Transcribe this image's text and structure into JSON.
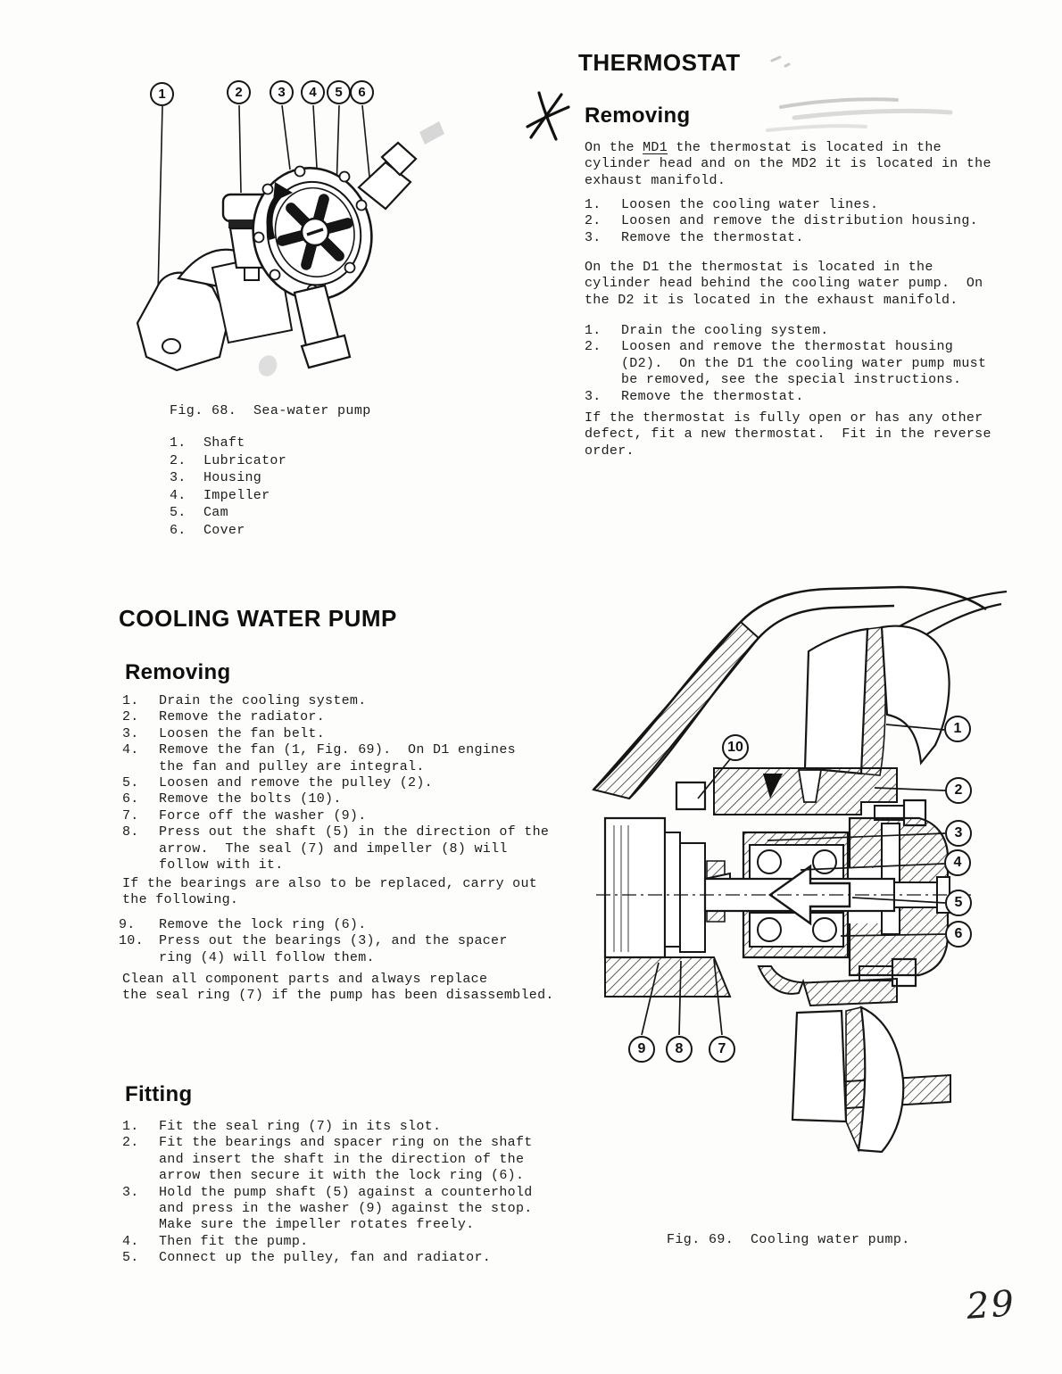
{
  "page": {
    "number": "29"
  },
  "fig68": {
    "caption": "Fig. 68.  Sea-water pump",
    "callouts": {
      "n1": "1",
      "n2": "2",
      "n3": "3",
      "n4": "4",
      "n5": "5",
      "n6": "6"
    },
    "parts": [
      {
        "num": "1.",
        "label": "Shaft"
      },
      {
        "num": "2.",
        "label": "Lubricator"
      },
      {
        "num": "3.",
        "label": "Housing"
      },
      {
        "num": "4.",
        "label": "Impeller"
      },
      {
        "num": "5.",
        "label": "Cam"
      },
      {
        "num": "6.",
        "label": "Cover"
      }
    ]
  },
  "thermostat": {
    "title": "THERMOSTAT",
    "removing_heading": "Removing",
    "para1": {
      "pre": "On the ",
      "model": "MD1",
      "post": " the thermostat is located in the\ncylinder head and on the MD2 it is located in the\nexhaust manifold."
    },
    "steps1": [
      {
        "num": "1.",
        "text": "Loosen the cooling water lines."
      },
      {
        "num": "2.",
        "text": "Loosen and remove the distribution housing."
      },
      {
        "num": "3.",
        "text": "Remove the thermostat."
      }
    ],
    "para2": "On the D1 the thermostat is located in the\ncylinder head behind the cooling water pump.  On\nthe D2 it is located in the exhaust manifold.",
    "steps2": [
      {
        "num": "1.",
        "text": "Drain the cooling system."
      },
      {
        "num": "2.",
        "text": "Loosen and remove the thermostat housing\n(D2).  On the D1 the cooling water pump must\nbe removed, see the special instructions."
      },
      {
        "num": "3.",
        "text": "Remove the thermostat."
      }
    ],
    "para3": "If the thermostat is fully open or has any other\ndefect, fit a new thermostat.  Fit in the reverse\norder."
  },
  "cooling_pump": {
    "title": "COOLING WATER PUMP",
    "removing_heading": "Removing",
    "removing_steps": [
      {
        "num": "1.",
        "text": "Drain the cooling system."
      },
      {
        "num": "2.",
        "text": "Remove the radiator."
      },
      {
        "num": "3.",
        "text": "Loosen the fan belt."
      },
      {
        "num": "4.",
        "text": "Remove the fan (1, Fig. 69).  On D1 engines\nthe fan and pulley are integral."
      },
      {
        "num": "5.",
        "text": "Loosen and remove the pulley (2)."
      },
      {
        "num": "6.",
        "text": "Remove the bolts (10)."
      },
      {
        "num": "7.",
        "text": "Force off the washer (9)."
      },
      {
        "num": "8.",
        "text": "Press out the shaft (5) in the direction of the\narrow.  The seal (7) and impeller (8) will\nfollow with it."
      }
    ],
    "bearings_note": "If the bearings are also to be replaced, carry out\nthe following.",
    "extra_steps": [
      {
        "num": "9.",
        "text": "Remove the lock ring (6)."
      },
      {
        "num": "10.",
        "text": "Press out the bearings (3), and the spacer\nring (4) will follow them."
      }
    ],
    "clean_note": "Clean all component parts and always replace\nthe seal ring (7) if the pump has been disassembled.",
    "fitting_heading": "Fitting",
    "fitting_steps": [
      {
        "num": "1.",
        "text": "Fit the seal ring (7) in its slot."
      },
      {
        "num": "2.",
        "text": "Fit the bearings and spacer ring on the shaft\nand insert the shaft in the direction of the\narrow then secure it with the lock ring (6)."
      },
      {
        "num": "3.",
        "text": "Hold the pump shaft (5) against a counterhold\nand press in the washer (9) against the stop.\nMake sure the impeller rotates freely."
      },
      {
        "num": "4.",
        "text": "Then fit the pump."
      },
      {
        "num": "5.",
        "text": "Connect up the pulley, fan and radiator."
      }
    ]
  },
  "fig69": {
    "caption": "Fig. 69.  Cooling water pump.",
    "callouts": {
      "n1": "1",
      "n2": "2",
      "n3": "3",
      "n4": "4",
      "n5": "5",
      "n6": "6",
      "n7": "7",
      "n8": "8",
      "n9": "9",
      "n10": "10"
    }
  }
}
